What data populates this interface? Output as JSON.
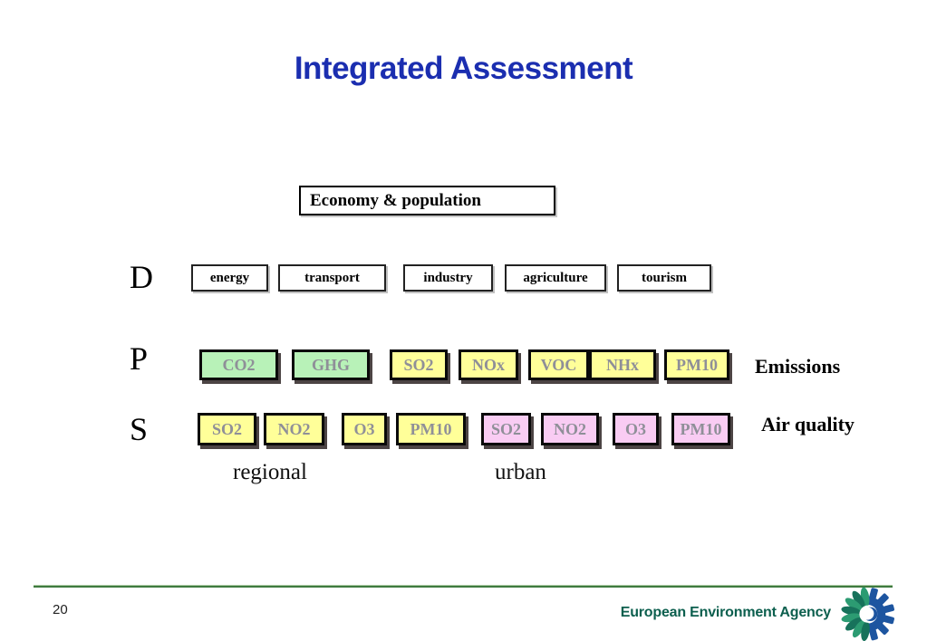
{
  "slide": {
    "title": "Integrated Assessment",
    "page_number": "20",
    "brand": "European Environment Agency"
  },
  "diagram": {
    "economy_box": "Economy & population",
    "row_d": {
      "letter": "D",
      "boxes": [
        "energy",
        "transport",
        "industry",
        "agriculture",
        "tourism"
      ]
    },
    "row_p": {
      "letter": "P",
      "caption": "Emissions",
      "boxes": [
        {
          "label": "CO2",
          "group": "greenhouse"
        },
        {
          "label": "GHG",
          "group": "greenhouse"
        },
        {
          "label": "SO2",
          "group": "air-pollutant"
        },
        {
          "label": "NOx",
          "group": "air-pollutant"
        },
        {
          "label": "VOC",
          "group": "air-pollutant"
        },
        {
          "label": "NHx",
          "group": "air-pollutant"
        },
        {
          "label": "PM10",
          "group": "air-pollutant"
        }
      ]
    },
    "row_s": {
      "letter": "S",
      "caption": "Air quality",
      "boxes": [
        {
          "label": "SO2",
          "group": "regional"
        },
        {
          "label": "NO2",
          "group": "regional"
        },
        {
          "label": "O3",
          "group": "regional"
        },
        {
          "label": "PM10",
          "group": "regional"
        },
        {
          "label": "SO2",
          "group": "urban"
        },
        {
          "label": "NO2",
          "group": "urban"
        },
        {
          "label": "O3",
          "group": "urban"
        },
        {
          "label": "PM10",
          "group": "urban"
        }
      ]
    },
    "scale_labels": {
      "regional": "regional",
      "urban": "urban"
    }
  },
  "colors": {
    "title_blue": "#1B2EB0",
    "greenhouse_box": "#B8F2B8",
    "regional_box": "#FFFF99",
    "urban_box": "#F9CCF3",
    "box_text_gray": "#8F8F98",
    "footer_line_green": "#3F7A3F",
    "brand_green": "#0C5F4E",
    "logo_green": "#2C9B72",
    "logo_blue": "#1D55A0"
  }
}
